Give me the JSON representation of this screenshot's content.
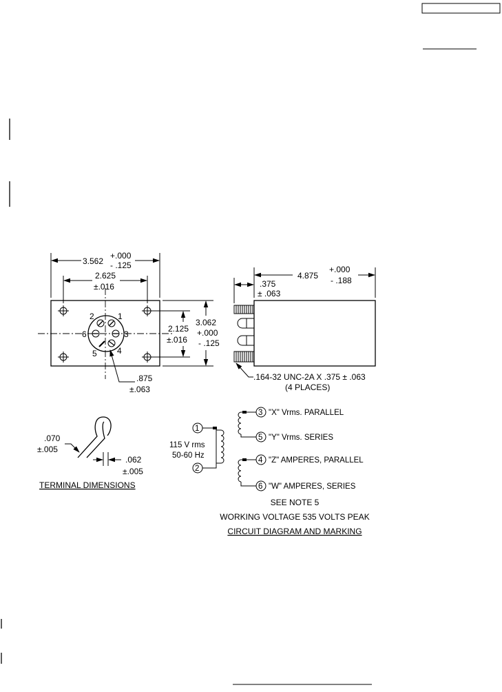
{
  "page": {
    "title": ""
  },
  "front_view": {
    "width": {
      "nominal": "3.562",
      "tol_plus": "+.000",
      "tol_minus": "- .125"
    },
    "hole_spacing_x": {
      "nominal": "2.625",
      "tol": "±.016"
    },
    "hole_spacing_y": {
      "nominal": "2.125",
      "tol": "±.016"
    },
    "height": {
      "nominal": "3.062",
      "tol_plus": "+.000",
      "tol_minus": "- .125"
    },
    "terminal_circle": {
      "nominal": ".875",
      "tol": "±.063"
    },
    "terminal_numbers": [
      "1",
      "2",
      "3",
      "4",
      "5",
      "6"
    ]
  },
  "side_view": {
    "length": {
      "nominal": "4.875",
      "tol_plus": "+.000",
      "tol_minus": "- .188"
    },
    "stud": {
      "nominal": ".375",
      "tol": "± .063"
    },
    "thread_note": ".164-32 UNC-2A X .375 ± .063",
    "thread_places": "(4 PLACES)"
  },
  "terminal_dimensions": {
    "dim_a": {
      "nominal": ".070",
      "tol": "±.005"
    },
    "dim_b": {
      "nominal": ".062",
      "tol": "±.005"
    },
    "caption": "TERMINAL DIMENSIONS"
  },
  "circuit": {
    "primary_1": "1",
    "primary_2": "2",
    "primary_voltage": "115 V rms",
    "primary_freq": "50-60 Hz",
    "outputs": [
      {
        "num": "3",
        "label": "\"X\" Vrms. PARALLEL"
      },
      {
        "num": "5",
        "label": "\"Y\" Vrms. SERIES"
      },
      {
        "num": "4",
        "label": "\"Z\" AMPERES, PARALLEL"
      },
      {
        "num": "6",
        "label": "\"W\" AMPERES, SERIES"
      }
    ],
    "note": "SEE NOTE 5",
    "working_voltage": "WORKING VOLTAGE 535 VOLTS PEAK",
    "caption": "CIRCUIT DIAGRAM AND MARKING"
  }
}
